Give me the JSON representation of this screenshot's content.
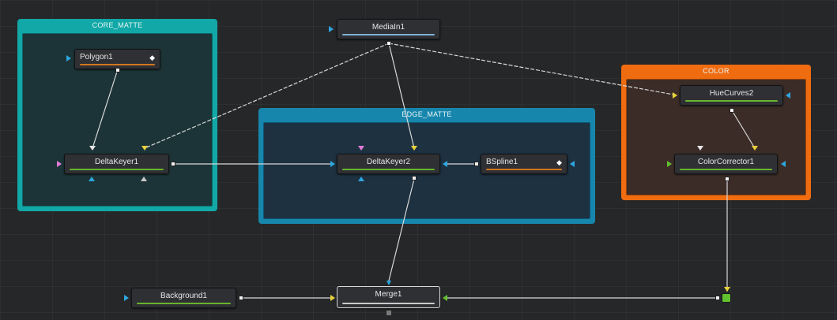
{
  "groups": {
    "core_matte": {
      "title": "CORE_MATTE",
      "color": "#11a8a7"
    },
    "edge_matte": {
      "title": "EDGE_MATTE",
      "color": "#1786ad"
    },
    "color": {
      "title": "COLOR",
      "color": "#f06c10"
    }
  },
  "nodes": {
    "mediain1": {
      "label": "MediaIn1",
      "icon": ""
    },
    "polygon1": {
      "label": "Polygon1",
      "icon": "◆"
    },
    "deltakeyer1": {
      "label": "DeltaKeyer1",
      "icon": ""
    },
    "deltakeyer2": {
      "label": "DeltaKeyer2",
      "icon": ""
    },
    "bspline1": {
      "label": "BSpline1",
      "icon": "◆"
    },
    "huecurves2": {
      "label": "HueCurves2",
      "icon": ""
    },
    "colorcorrector1": {
      "label": "ColorCorrector1",
      "icon": ""
    },
    "background1": {
      "label": "Background1",
      "icon": ""
    },
    "merge1": {
      "label": "Merge1",
      "icon": ""
    }
  },
  "icons": {
    "spline_node": "diamond-icon",
    "input_port": "triangle-icon",
    "output_port": "square-icon"
  },
  "colors": {
    "wire": "#d8d8d8",
    "input_blue": "#2ea6e0",
    "input_yellow": "#e8d23a",
    "input_green": "#62c12f",
    "input_pink": "#e27ad8",
    "input_grey": "#c8c8c8"
  }
}
